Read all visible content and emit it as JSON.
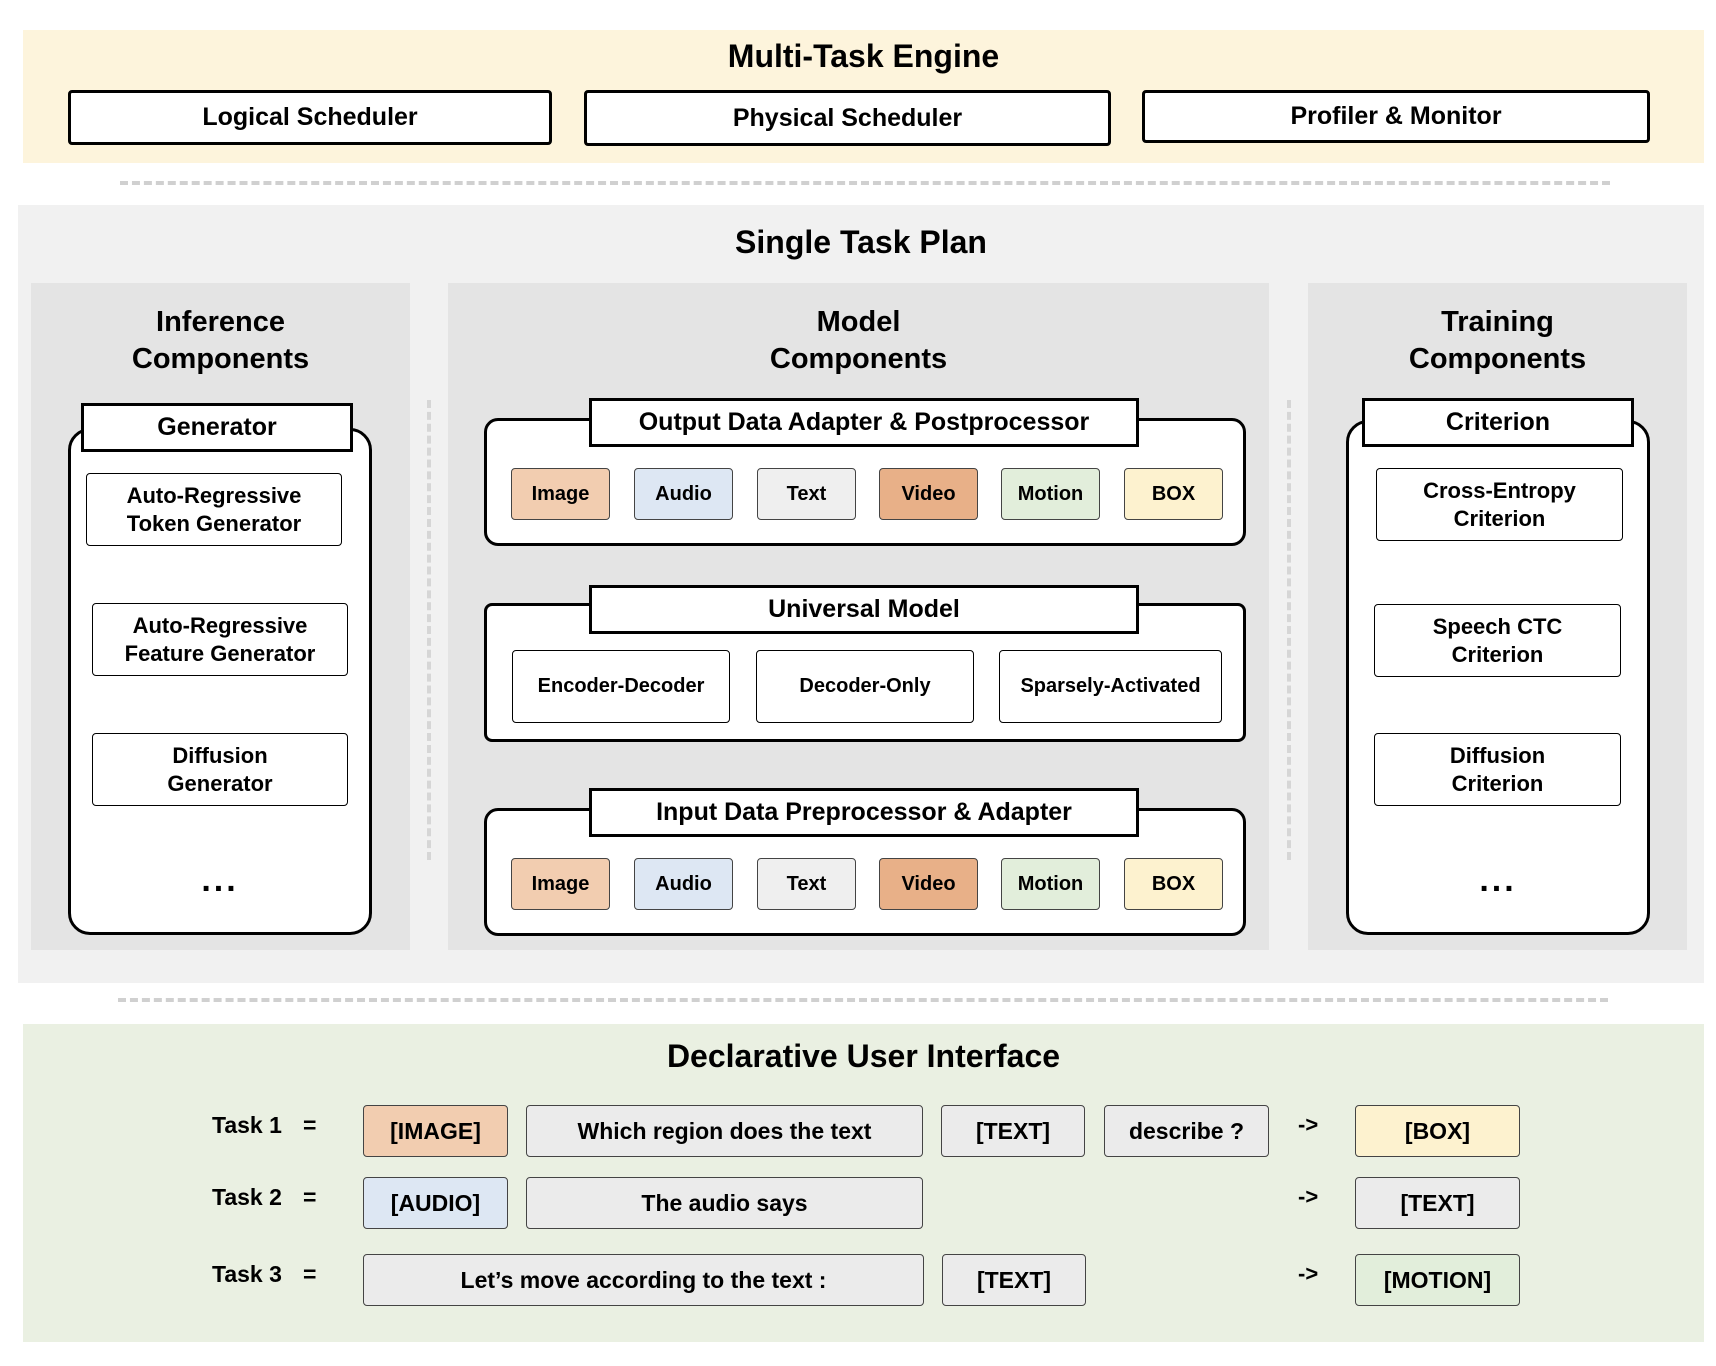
{
  "multi_task_engine": {
    "title": "Multi-Task Engine",
    "schedulers": [
      "Logical Scheduler",
      "Physical Scheduler",
      "Profiler & Monitor"
    ]
  },
  "single_task_plan": {
    "title": "Single Task Plan",
    "inference": {
      "title_line1": "Inference",
      "title_line2": "Components",
      "box_label": "Generator",
      "items": [
        {
          "l1": "Auto-Regressive",
          "l2": "Token Generator"
        },
        {
          "l1": "Auto-Regressive",
          "l2": "Feature Generator"
        },
        {
          "l1": "Diffusion",
          "l2": "Generator"
        }
      ],
      "ellipsis": "..."
    },
    "model": {
      "title_line1": "Model",
      "title_line2": "Components",
      "output_adapter": {
        "label": "Output Data Adapter & Postprocessor",
        "chips": [
          "Image",
          "Audio",
          "Text",
          "Video",
          "Motion",
          "BOX"
        ]
      },
      "universal_model": {
        "label": "Universal Model",
        "archs": [
          "Encoder-Decoder",
          "Decoder-Only",
          "Sparsely-Activated"
        ]
      },
      "input_adapter": {
        "label": "Input Data Preprocessor & Adapter",
        "chips": [
          "Image",
          "Audio",
          "Text",
          "Video",
          "Motion",
          "BOX"
        ]
      }
    },
    "training": {
      "title_line1": "Training",
      "title_line2": "Components",
      "box_label": "Criterion",
      "items": [
        {
          "l1": "Cross-Entropy",
          "l2": "Criterion"
        },
        {
          "l1": "Speech CTC",
          "l2": "Criterion"
        },
        {
          "l1": "Diffusion",
          "l2": "Criterion"
        }
      ],
      "ellipsis": "..."
    }
  },
  "declarative_ui": {
    "title": "Declarative User Interface",
    "equals": "=",
    "arrow": "->",
    "tasks": [
      {
        "label": "Task 1",
        "tokens": [
          "[IMAGE]",
          "Which region does the text",
          "[TEXT]",
          "describe ?"
        ],
        "output": "[BOX]"
      },
      {
        "label": "Task 2",
        "tokens": [
          "[AUDIO]",
          "The audio says"
        ],
        "output": "[TEXT]"
      },
      {
        "label": "Task 3",
        "tokens": [
          "Let’s move according to the text :",
          "[TEXT]"
        ],
        "output": "[MOTION]"
      }
    ]
  },
  "colors": {
    "engine_bg": "#fdf4dc",
    "plan_bg": "#f1f1f1",
    "ui_bg": "#eaf0e2",
    "image": "#f2cdb0",
    "audio": "#dde7f3",
    "text": "#efefef",
    "video": "#e8b088",
    "motion": "#e2eedb",
    "box": "#fdf2cf"
  }
}
